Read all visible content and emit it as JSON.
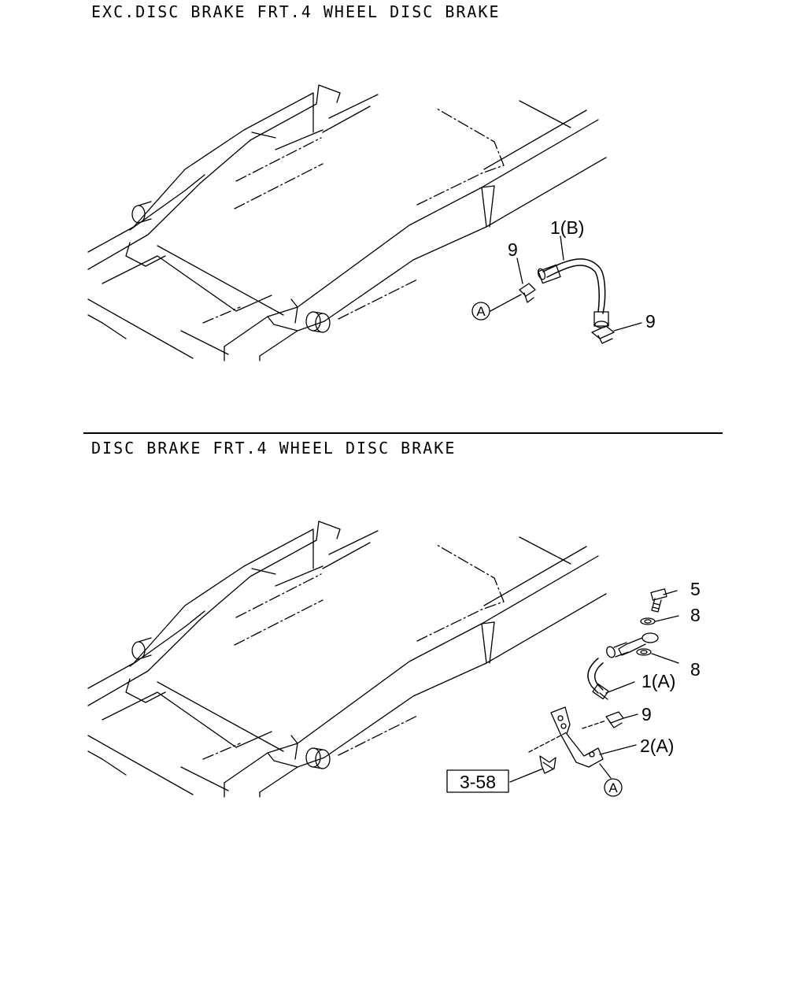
{
  "captions": {
    "top": "EXC.DISC BRAKE FRT.4 WHEEL DISC BRAKE",
    "bottom": "DISC BRAKE FRT.4 WHEEL DISC BRAKE"
  },
  "top_panel": {
    "callouts": {
      "hose": "1(B)",
      "clip_upper": "9",
      "clip_lower": "9",
      "ref_mark": "A"
    }
  },
  "bottom_panel": {
    "callouts": {
      "bolt": "5",
      "washer_upper": "8",
      "washer_lower": "8",
      "hose": "1(A)",
      "clip": "9",
      "bracket": "2(A)",
      "ref_mark": "A",
      "page_ref": "3-58"
    }
  }
}
